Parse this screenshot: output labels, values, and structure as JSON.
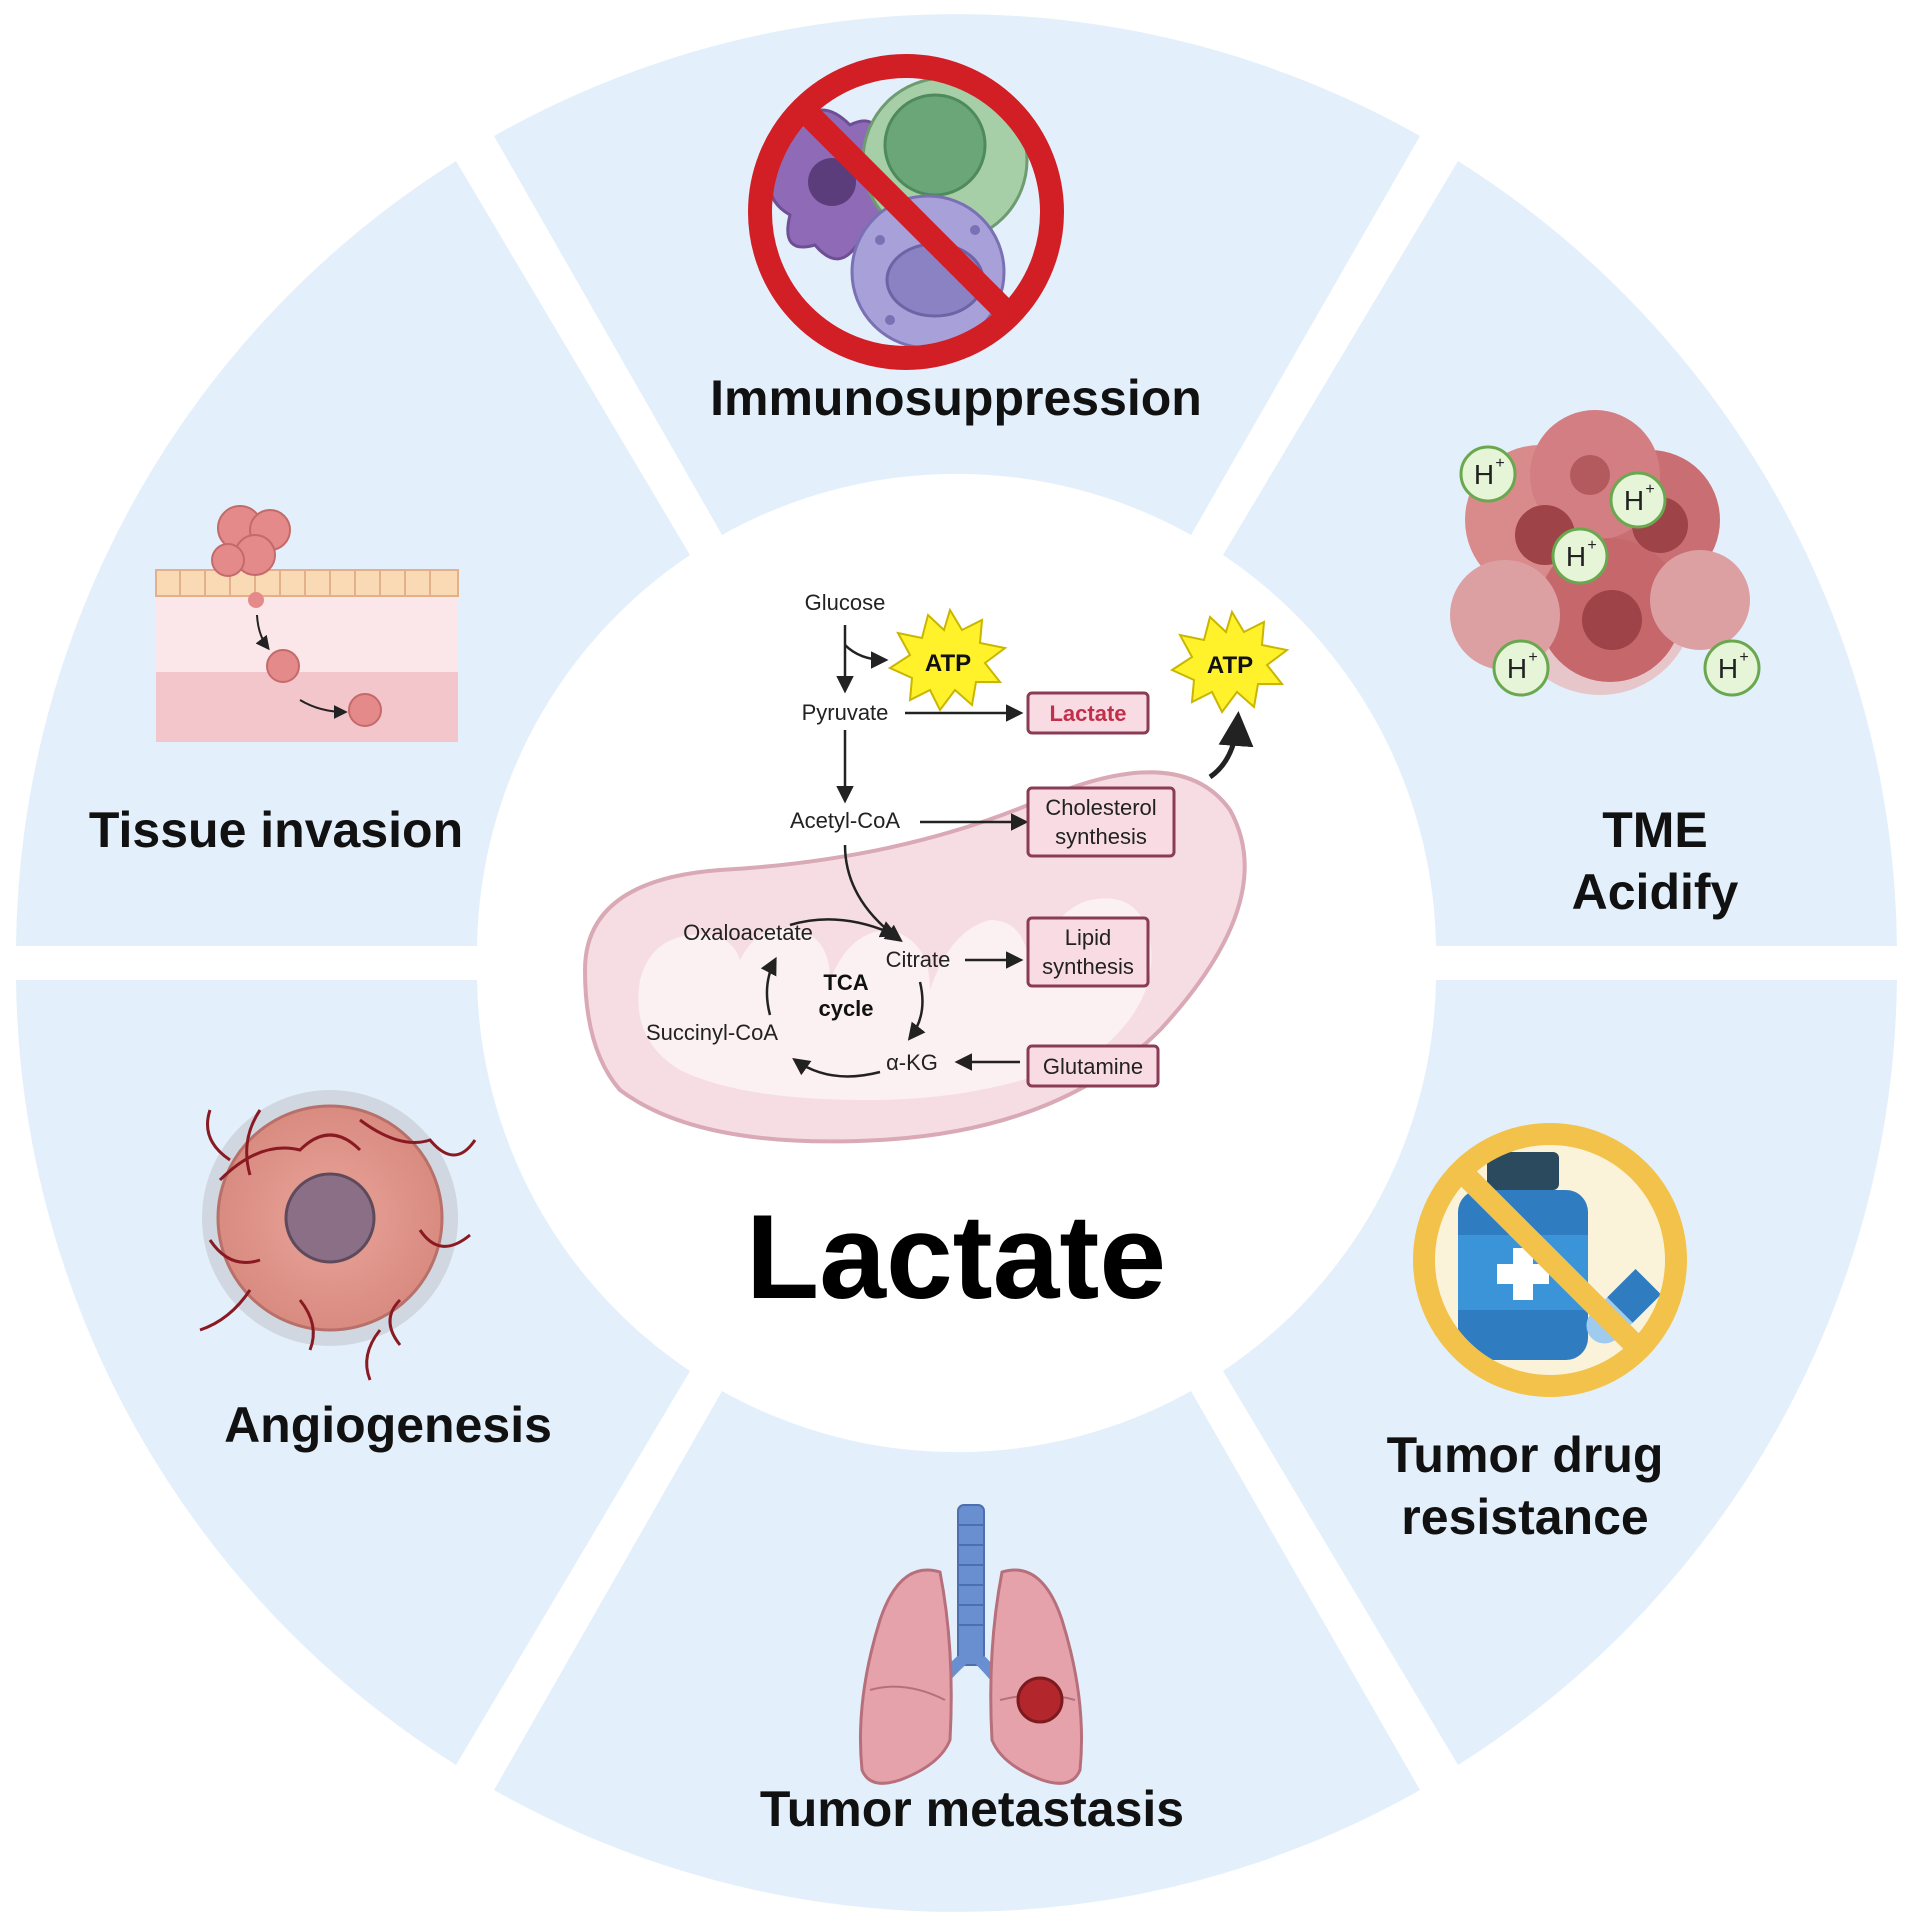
{
  "center": {
    "title": "Lactate"
  },
  "segments": {
    "immunosuppression": "Immunosuppression",
    "tme": [
      "TME",
      "Acidify"
    ],
    "drug_resistance": [
      "Tumor drug",
      "resistance"
    ],
    "metastasis": "Tumor metastasis",
    "angiogenesis": "Angiogenesis",
    "tissue_invasion": "Tissue invasion"
  },
  "pathway": {
    "glucose": "Glucose",
    "pyruvate": "Pyruvate",
    "acetyl_coa": "Acetyl-CoA",
    "citrate": "Citrate",
    "oxaloacetate": "Oxaloacetate",
    "succinyl_coa": "Succinyl-CoA",
    "akg": "α-KG",
    "tca": [
      "TCA",
      "cycle"
    ],
    "atp_1": "ATP",
    "atp_2": "ATP"
  },
  "boxes": {
    "lactate": "Lactate",
    "cholesterol": [
      "Cholesterol",
      "synthesis"
    ],
    "lipid": [
      "Lipid",
      "synthesis"
    ],
    "glutamine": "Glutamine"
  },
  "proton_label": "H",
  "proton_charge": "+",
  "colors": {
    "segment_bg": "#e3f0fb",
    "center_bg": "#ffffff",
    "mito_fill": "#f6dde3",
    "mito_stroke": "#d9a9b5",
    "box_fill": "#f9dbe4",
    "box_stroke": "#8a3b55",
    "lactate_text": "#c0304a",
    "atp_fill": "#fff12a",
    "atp_stroke": "#c9b600",
    "no_sign_red": "#d11f25",
    "no_sign_yellow": "#f3c24a",
    "proton_fill": "#e6f5d8",
    "proton_stroke": "#6aa84f"
  },
  "icons": {
    "immunosuppression": "prohibited-immune-cells-icon",
    "tme": "acidic-tumor-cells-icon",
    "drug_resistance": "prohibited-drug-icon",
    "metastasis": "lungs-with-tumor-icon",
    "angiogenesis": "vascularized-tumor-icon",
    "tissue_invasion": "invading-cells-icon"
  }
}
